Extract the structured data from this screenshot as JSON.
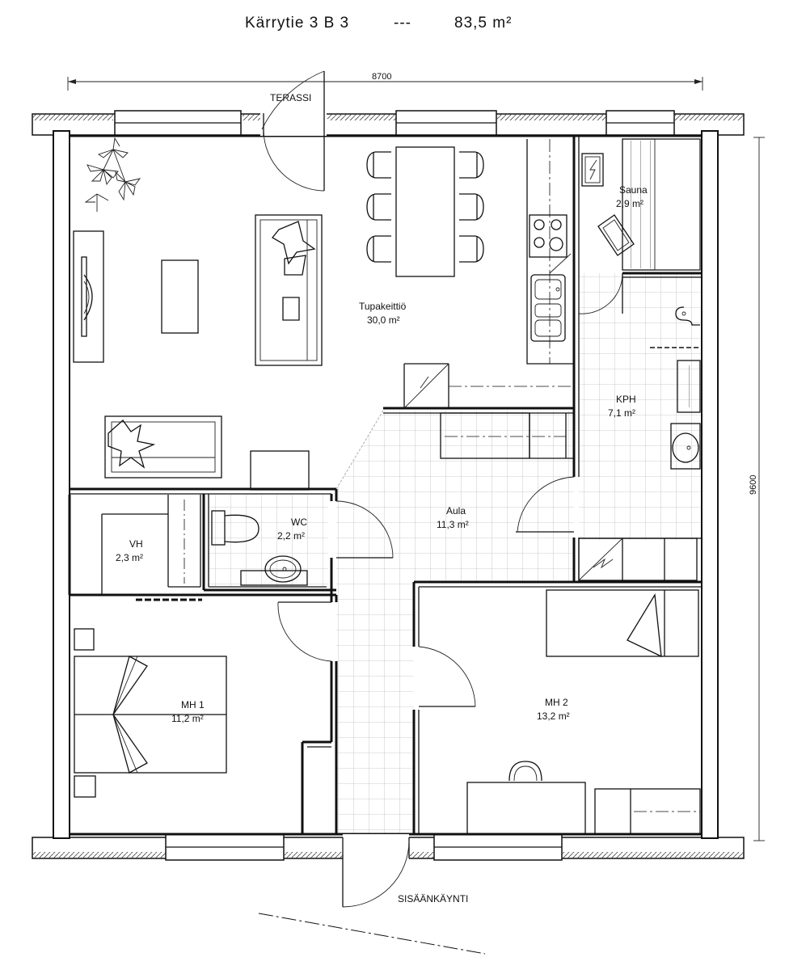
{
  "title": {
    "address": "Kärrytie 3 B 3",
    "separator": "---",
    "area": "83,5 m²"
  },
  "dimensions": {
    "width": "8700",
    "depth": "9600"
  },
  "openings": {
    "terrace": "TERASSI",
    "entrance": "SISÄÄNKÄYNTI"
  },
  "rooms": [
    {
      "name": "Tupakeittiö",
      "area": "30,0 m²"
    },
    {
      "name": "Sauna",
      "area": "2,9 m²"
    },
    {
      "name": "KPH",
      "area": "7,1 m²"
    },
    {
      "name": "Aula",
      "area": "11,3 m²"
    },
    {
      "name": "WC",
      "area": "2,2 m²"
    },
    {
      "name": "VH",
      "area": "2,3 m²"
    },
    {
      "name": "MH 1",
      "area": "11,2 m²"
    },
    {
      "name": "MH 2",
      "area": "13,2 m²"
    }
  ]
}
